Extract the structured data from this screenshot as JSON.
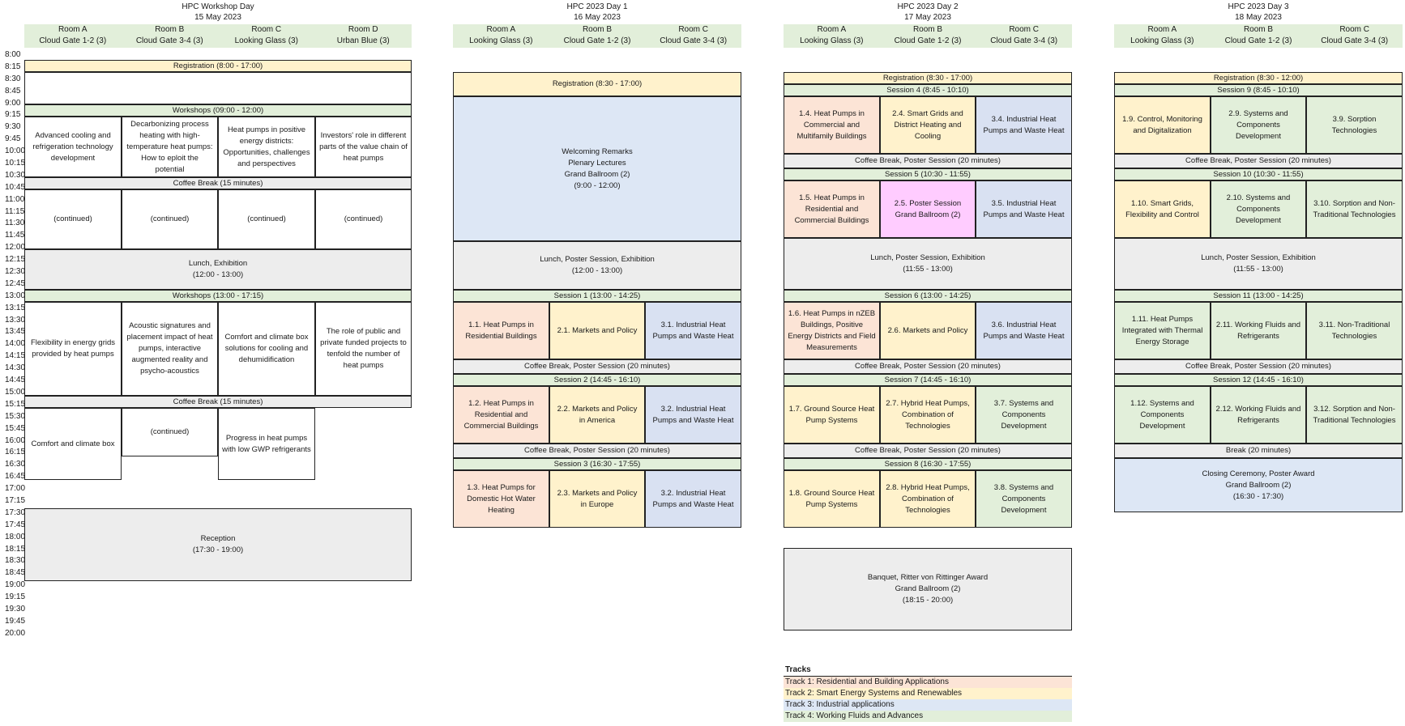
{
  "times": [
    "8:00",
    "8:15",
    "8:30",
    "8:45",
    "9:00",
    "9:15",
    "9:30",
    "9:45",
    "10:00",
    "10:15",
    "10:30",
    "10:45",
    "11:00",
    "11:15",
    "11:30",
    "11:45",
    "12:00",
    "12:15",
    "12:30",
    "12:45",
    "13:00",
    "13:15",
    "13:30",
    "13:45",
    "14:00",
    "14:15",
    "14:30",
    "14:45",
    "15:00",
    "15:15",
    "15:30",
    "15:45",
    "16:00",
    "16:15",
    "16:30",
    "16:45",
    "17:00",
    "17:15",
    "17:30",
    "17:45",
    "18:00",
    "18:15",
    "18:30",
    "18:45",
    "19:00",
    "19:15",
    "19:30",
    "19:45",
    "20:00"
  ],
  "days": [
    {
      "title": "HPC Workshop Day",
      "date": "15 May 2023",
      "rooms": [
        {
          "name": "Room A",
          "place": "Cloud Gate 1-2 (3)"
        },
        {
          "name": "Room B",
          "place": "Cloud Gate 3-4 (3)"
        },
        {
          "name": "Room C",
          "place": "Looking Glass (3)"
        },
        {
          "name": "Room D",
          "place": "Urban Blue (3)"
        }
      ]
    },
    {
      "title": "HPC 2023 Day 1",
      "date": "16 May 2023",
      "rooms": [
        {
          "name": "Room A",
          "place": "Looking Glass (3)"
        },
        {
          "name": "Room B",
          "place": "Cloud Gate 1-2 (3)"
        },
        {
          "name": "Room C",
          "place": "Cloud Gate 3-4 (3)"
        }
      ]
    },
    {
      "title": "HPC 2023 Day 2",
      "date": "17 May 2023",
      "rooms": [
        {
          "name": "Room A",
          "place": "Looking Glass (3)"
        },
        {
          "name": "Room B",
          "place": "Cloud Gate 1-2 (3)"
        },
        {
          "name": "Room C",
          "place": "Cloud Gate 3-4 (3)"
        }
      ]
    },
    {
      "title": "HPC 2023 Day 3",
      "date": "18 May 2023",
      "rooms": [
        {
          "name": "Room A",
          "place": "Looking Glass (3)"
        },
        {
          "name": "Room B",
          "place": "Cloud Gate 1-2 (3)"
        },
        {
          "name": "Room C",
          "place": "Cloud Gate 3-4 (3)"
        }
      ]
    }
  ],
  "cells": {
    "w_reg": "Registration (8:00 - 17:00)",
    "w_workshops_am": "Workshops (09:00 - 12:00)",
    "w_a1": "Advanced cooling and refrigeration technology development",
    "w_b1": "Decarbonizing process heating with high-temperature heat pumps: How to eploit the potential",
    "w_c1": "Heat pumps in positive energy districts: Opportunities, challenges and perspectives",
    "w_d1": "Investors' role in different parts of the value chain of heat pumps",
    "w_coffee1": "Coffee Break (15 minutes)",
    "w_cont": "(continued)",
    "w_lunch": "Lunch,  Exhibition\n(12:00 - 13:00)",
    "w_workshops_pm": "Workshops (13:00 - 17:15)",
    "w_a2": "Flexibility in energy grids provided by heat pumps",
    "w_b2": "Acoustic signatures and placement impact of heat pumps, interactive augmented reality and psycho-acoustics",
    "w_c2": "Comfort and climate box solutions for cooling and dehumidification",
    "w_d2": "The role of public and private funded projects to tenfold the number of heat pumps",
    "w_coffee2": "Coffee Break (15 minutes)",
    "w_a3": "Comfort and climate box",
    "w_b3": "(continued)",
    "w_c3": "Progress in heat pumps with low GWP refrigerants",
    "w_reception": "Reception\n(17:30 - 19:00)",
    "d1_reg": "Registration (8:30 - 17:00)",
    "d1_welcome": "Welcoming Remarks\nPlenary Lectures\nGrand Ballroom (2)\n(9:00 - 12:00)",
    "d1_lunch": "Lunch, Poster Session, Exhibition\n(12:00 - 13:00)",
    "d1_s1": "Session 1 (13:00 - 14:25)",
    "d1_11": "1.1. Heat Pumps in Residential Buildings",
    "d1_21": "2.1. Markets and Policy",
    "d1_31": "3.1. Industrial Heat Pumps and Waste Heat",
    "d1_cb1": "Coffee Break, Poster Session (20 minutes)",
    "d1_s2": "Session 2 (14:45 - 16:10)",
    "d1_12": "1.2. Heat Pumps in Residential and Commercial Buildings",
    "d1_22": "2.2. Markets and Policy in America",
    "d1_32": "3.2. Industrial Heat Pumps and Waste Heat",
    "d1_cb2": "Coffee Break, Poster Session (20 minutes)",
    "d1_s3": "Session 3 (16:30 - 17:55)",
    "d1_13": "1.3. Heat Pumps for Domestic Hot Water Heating",
    "d1_23": "2.3. Markets and Policy in Europe",
    "d1_33": "3.2. Industrial Heat Pumps and Waste Heat",
    "d2_reg": "Registration (8:30 - 17:00)",
    "d2_s4": "Session 4 (8:45 - 10:10)",
    "d2_14": "1.4. Heat Pumps in Commercial and Multifamily Buildings",
    "d2_24": "2.4. Smart Grids and District Heating and Cooling",
    "d2_34": "3.4. Industrial Heat Pumps and Waste Heat",
    "d2_cb1": "Coffee Break, Poster Session (20 minutes)",
    "d2_s5": "Session 5 (10:30 - 11:55)",
    "d2_15": "1.5. Heat Pumps in Residential and Commercial Buildings",
    "d2_25": "2.5. Poster Session\nGrand Ballroom (2)",
    "d2_35": "3.5. Industrial Heat Pumps and Waste Heat",
    "d2_lunch": "Lunch, Poster Session, Exhibition\n(11:55 - 13:00)",
    "d2_s6": "Session 6 (13:00 - 14:25)",
    "d2_16": "1.6. Heat Pumps in nZEB Buildings, Positive Energy Districts and Field Measurements",
    "d2_26": "2.6. Markets and Policy",
    "d2_36": "3.6. Industrial Heat Pumps and Waste Heat",
    "d2_cb2": "Coffee Break, Poster Session (20 minutes)",
    "d2_s7": "Session 7 (14:45 - 16:10)",
    "d2_17": "1.7. Ground Source Heat Pump Systems",
    "d2_27": "2.7. Hybrid Heat Pumps, Combination of Technologies",
    "d2_37": "3.7. Systems and Components Development",
    "d2_cb3": "Coffee Break, Poster Session (20 minutes)",
    "d2_s8": "Session 8 (16:30 - 17:55)",
    "d2_18": "1.8. Ground Source Heat Pump Systems",
    "d2_28": "2.8. Hybrid Heat Pumps, Combination of Technologies",
    "d2_38": "3.8. Systems and Components Development",
    "d2_banquet": "Banquet, Ritter von Rittinger Award\nGrand Ballroom (2)\n(18:15 - 20:00)",
    "d3_reg": "Registration (8:30 - 12:00)",
    "d3_s9": "Session 9 (8:45 - 10:10)",
    "d3_19": "1.9. Control, Monitoring and Digitalization",
    "d3_29": "2.9. Systems and Components Development",
    "d3_39": "3.9. Sorption Technologies",
    "d3_cb1": "Coffee Break, Poster Session (20 minutes)",
    "d3_s10": "Session 10 (10:30 - 11:55)",
    "d3_110": "1.10. Smart Grids, Flexibility and Control",
    "d3_210": "2.10. Systems and Components Development",
    "d3_310": "3.10. Sorption and Non-Traditional Technologies",
    "d3_lunch": "Lunch, Poster Session, Exhibition\n(11:55 - 13:00)",
    "d3_s11": "Session 11 (13:00 - 14:25)",
    "d3_111": "1.11. Heat Pumps Integrated with Thermal Energy Storage",
    "d3_211": "2.11. Working Fluids and Refrigerants",
    "d3_311": "3.11. Non-Traditional Technologies",
    "d3_cb2": "Coffee Break, Poster Session (20 minutes)",
    "d3_s12": "Session 12 (14:45 - 16:10)",
    "d3_112": "1.12. Systems and Components Development",
    "d3_212": "2.12. Working Fluids and Refrigerants",
    "d3_312": "3.12. Sorption and Non-Traditional Technologies",
    "d3_break": "Break (20 minutes)",
    "d3_closing": "Closing Ceremony, Poster Award\nGrand Ballroom (2)\n(16:30 - 17:30)"
  },
  "tracks": {
    "title": "Tracks",
    "items": [
      {
        "label": "Track 1: Residential and Building Applications",
        "color": "#fce4d6"
      },
      {
        "label": "Track 2:  Smart Energy Systems and Renewables",
        "color": "#fff2cc"
      },
      {
        "label": "Track 3: Industrial applications",
        "color": "#dde7f5"
      },
      {
        "label": "Track 4: Working Fluids and Advances",
        "color": "#e2efda"
      }
    ]
  }
}
